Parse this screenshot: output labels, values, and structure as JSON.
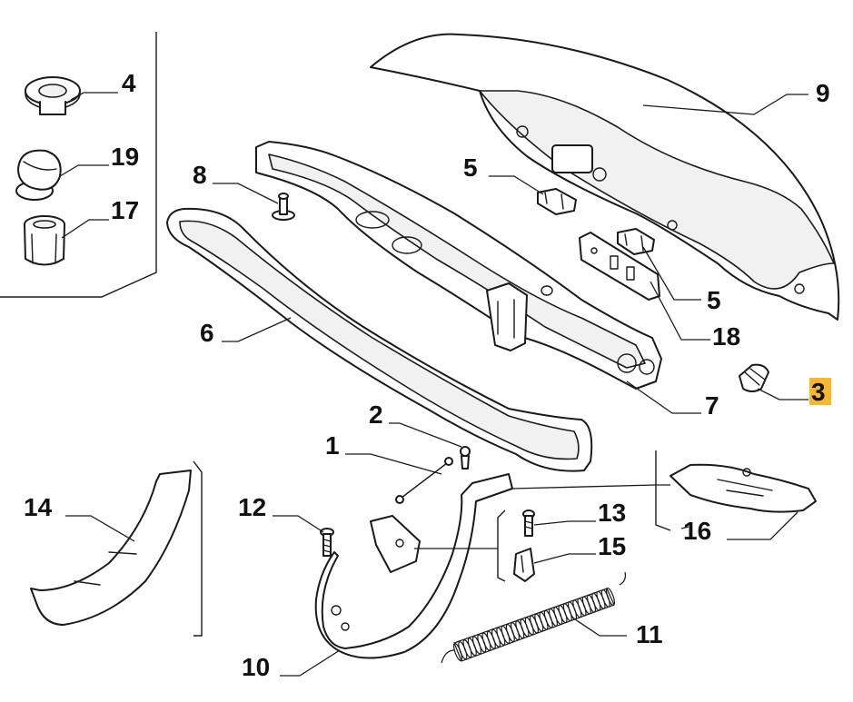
{
  "diagram": {
    "callouts": {
      "n1": "1",
      "n2": "2",
      "n3": "3",
      "n4": "4",
      "n5a": "5",
      "n5b": "5",
      "n6": "6",
      "n7": "7",
      "n8": "8",
      "n9": "9",
      "n10": "10",
      "n11": "11",
      "n12": "12",
      "n13": "13",
      "n14": "14",
      "n15": "15",
      "n16": "16",
      "n17": "17",
      "n18": "18",
      "n19": "19"
    },
    "highlighted_callout": "3",
    "highlight_color": "#f7b82e",
    "line_color": "#1a1a1a"
  }
}
